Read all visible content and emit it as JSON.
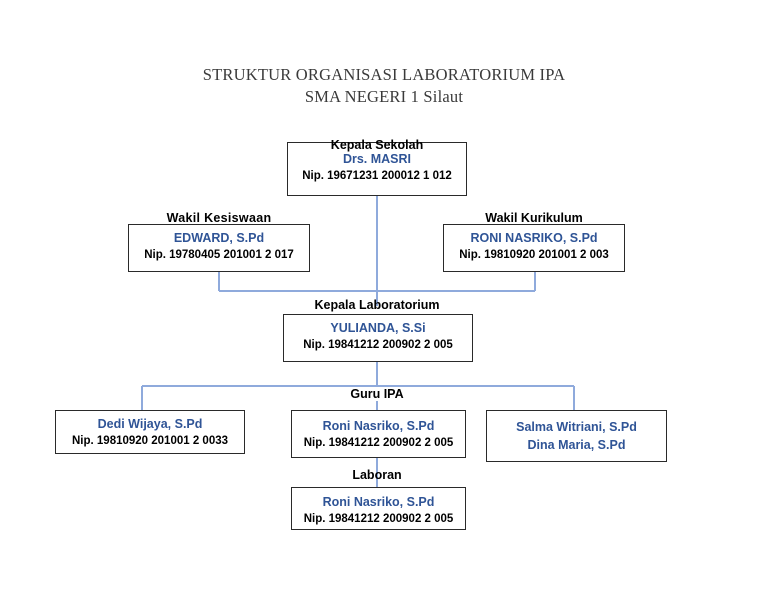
{
  "title": {
    "line1": "STRUKTUR ORGANISASI LABORATORIUM IPA",
    "line2": "SMA NEGERI 1 Silaut"
  },
  "colors": {
    "name_blue": "#2f5496",
    "connector_blue": "#8faadc",
    "box_border": "#2a2a2a",
    "text_black": "#000000"
  },
  "nodes": {
    "kepala_sekolah": {
      "label": "Kepala Sekolah",
      "name": "Drs. MASRI",
      "nip": "Nip. 19671231 200012 1 012"
    },
    "wakil_kesiswaan": {
      "label": "Wakil Kesiswaan",
      "name": "EDWARD, S.Pd",
      "nip": "Nip. 19780405 201001 2 017"
    },
    "wakil_kurikulum": {
      "label": "Wakil Kurikulum",
      "name": "RONI NASRIKO, S.Pd",
      "nip": "Nip. 19810920 201001 2 003"
    },
    "kepala_laboratorium": {
      "label": "Kepala Laboratorium",
      "name": "YULIANDA, S.Si",
      "nip": "Nip. 19841212 200902 2 005"
    },
    "guru_ipa": {
      "label": "Guru   IPA"
    },
    "guru_1": {
      "name": "Dedi Wijaya, S.Pd",
      "nip": "Nip. 19810920 201001 2 0033"
    },
    "guru_2": {
      "name": "Roni Nasriko, S.Pd",
      "nip": "Nip. 19841212 200902 2 005"
    },
    "guru_3": {
      "name": "Salma Witriani, S.Pd",
      "name2": "Dina Maria, S.Pd"
    },
    "laboran": {
      "label": "Laboran",
      "name": "Roni Nasriko, S.Pd",
      "nip": "Nip. 19841212 200902 2 005"
    }
  }
}
